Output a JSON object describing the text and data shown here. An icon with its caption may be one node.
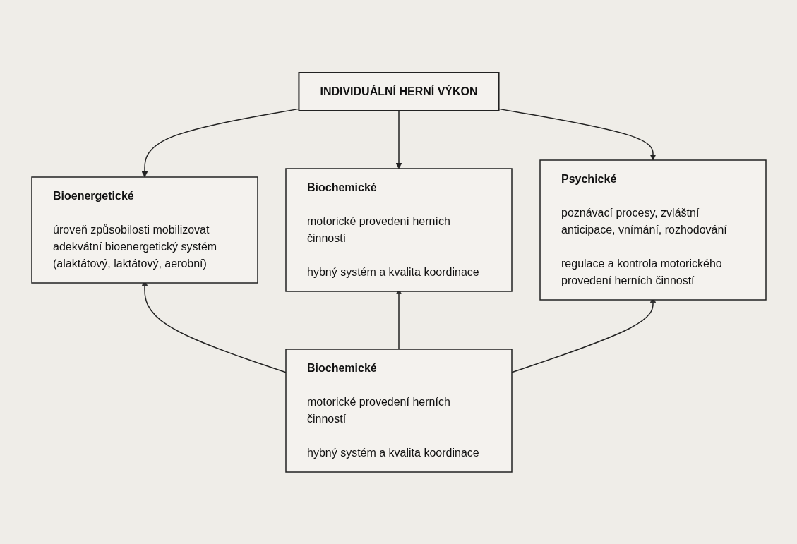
{
  "diagram": {
    "nodes": [
      {
        "text": [
          "INDIVIDUÁLNÍ HERNÍ VÝKON"
        ]
      },
      {
        "text": [
          "Bioenergetické",
          "úroveň způsobilosti mobilizovat adekvátní bioenergetický systém (alaktátový, laktátový, aerobní)"
        ]
      },
      {
        "text": [
          "Biochemické",
          "motorické provedení herních činností",
          "hybný systém a kvalita koordinace"
        ]
      },
      {
        "text": [
          "Psychické",
          "poznávací procesy, zvláštní anticipace, vnímání, rozhodování",
          "regulace a kontrola motorického provedení herních činností"
        ]
      },
      {
        "text": [
          "Biochemické",
          "motorické provedení herních činností",
          "hybný systém a kvalita koordinace"
        ]
      }
    ],
    "edges": [
      {
        "from": 0,
        "to": 1,
        "arrow": "to"
      },
      {
        "from": 0,
        "to": 2,
        "arrow": "to"
      },
      {
        "from": 0,
        "to": 3,
        "arrow": "to"
      },
      {
        "from": 4,
        "to": 1,
        "arrow": "to"
      },
      {
        "from": 4,
        "to": 2,
        "arrow": "to"
      },
      {
        "from": 4,
        "to": 3,
        "arrow": "to"
      }
    ]
  }
}
